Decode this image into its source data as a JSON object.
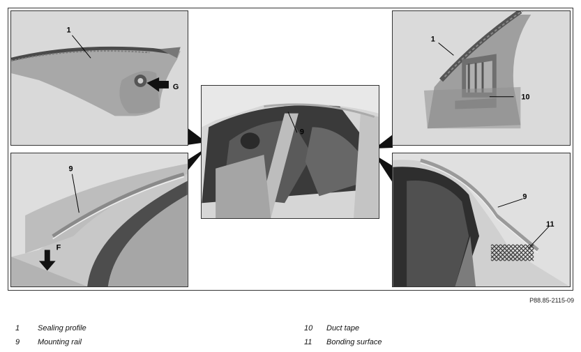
{
  "reference_code": "P88.85-2115-09",
  "callouts": {
    "tl_1": "1",
    "tl_g": "G",
    "bl_9": "9",
    "bl_f": "F",
    "c_9": "9",
    "tr_1": "1",
    "tr_10": "10",
    "br_9": "9",
    "br_11": "11"
  },
  "legend": {
    "left": [
      {
        "num": "1",
        "text": "Sealing profile"
      },
      {
        "num": "9",
        "text": "Mounting rail"
      }
    ],
    "right": [
      {
        "num": "10",
        "text": "Duct tape"
      },
      {
        "num": "11",
        "text": "Bonding surface"
      }
    ]
  }
}
